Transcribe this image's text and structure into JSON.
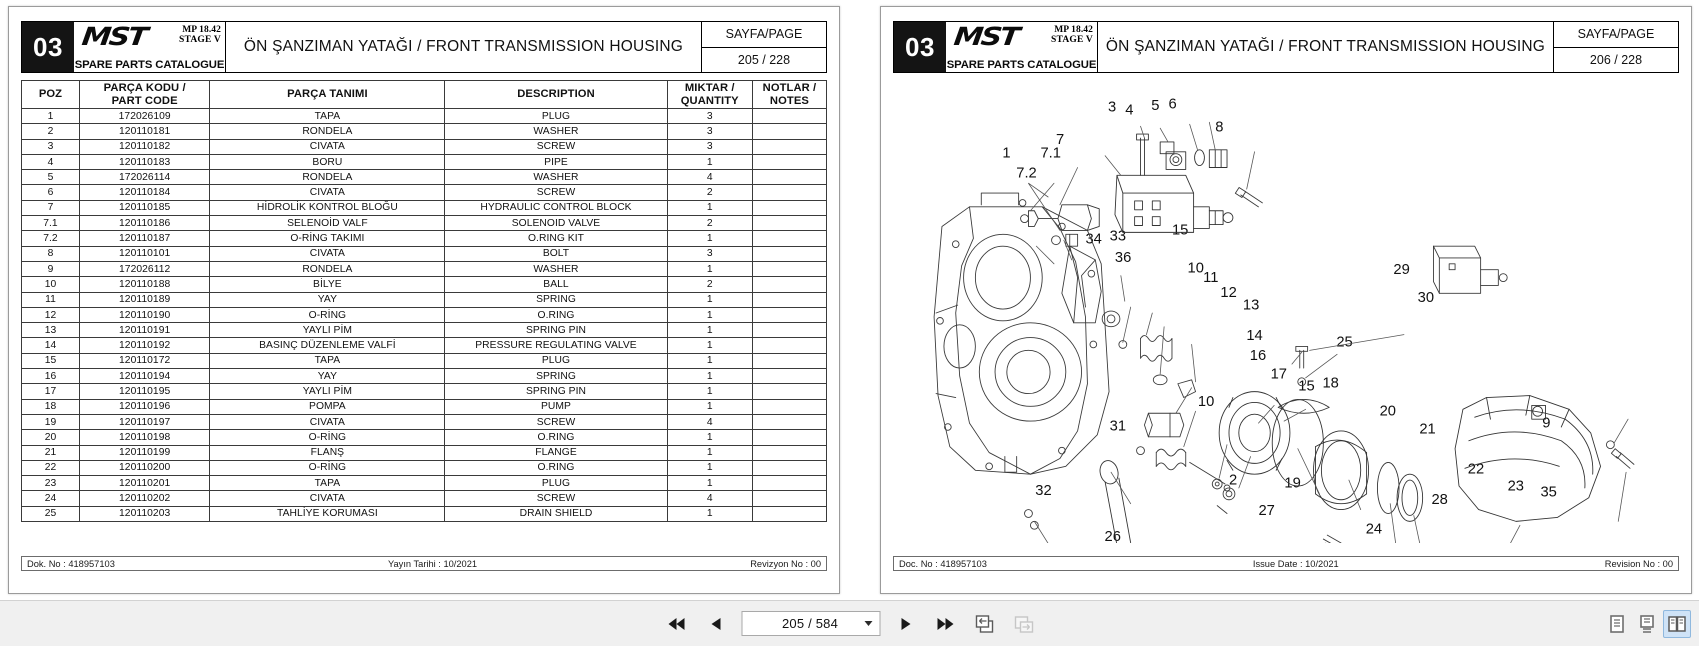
{
  "app": {
    "background_color": "#ffffff",
    "toolbar_color": "#f0f0f0",
    "accent_color": "#cfe3f7"
  },
  "pages": [
    {
      "id": "left-page",
      "chapter": "03",
      "brand": {
        "logo": "MST",
        "model_line1": "MP 18.42",
        "model_line2": "STAGE V",
        "subtitle": "SPARE PARTS CATALOGUE"
      },
      "title": "ÖN ŞANZIMAN YATAĞI / FRONT TRANSMISSION HOUSING",
      "page_label": "SAYFA/PAGE",
      "page_value": "205 / 228",
      "table": {
        "headers": [
          "POZ",
          "PARÇA KODU /\nPART CODE",
          "PARÇA TANIMI",
          "DESCRIPTION",
          "MIKTAR /\nQUANTITY",
          "NOTLAR /\nNOTES"
        ],
        "headers_flat": [
          "POZ",
          "PARÇA KODU / PART CODE",
          "PARÇA TANIMI",
          "DESCRIPTION",
          "MIKTAR / QUANTITY",
          "NOTLAR / NOTES"
        ],
        "rows": [
          [
            "1",
            "172026109",
            "TAPA",
            "PLUG",
            "3",
            ""
          ],
          [
            "2",
            "120110181",
            "RONDELA",
            "WASHER",
            "3",
            ""
          ],
          [
            "3",
            "120110182",
            "CIVATA",
            "SCREW",
            "3",
            ""
          ],
          [
            "4",
            "120110183",
            "BORU",
            "PIPE",
            "1",
            ""
          ],
          [
            "5",
            "172026114",
            "RONDELA",
            "WASHER",
            "4",
            ""
          ],
          [
            "6",
            "120110184",
            "CIVATA",
            "SCREW",
            "2",
            ""
          ],
          [
            "7",
            "120110185",
            "HİDROLİK KONTROL BLOĞU",
            "HYDRAULIC CONTROL BLOCK",
            "1",
            ""
          ],
          [
            "7.1",
            "120110186",
            "SELENOİD VALF",
            "SOLENOID VALVE",
            "2",
            ""
          ],
          [
            "7.2",
            "120110187",
            "O-RİNG TAKIMI",
            "O.RING KIT",
            "1",
            ""
          ],
          [
            "8",
            "120110101",
            "CIVATA",
            "BOLT",
            "3",
            ""
          ],
          [
            "9",
            "172026112",
            "RONDELA",
            "WASHER",
            "1",
            ""
          ],
          [
            "10",
            "120110188",
            "BİLYE",
            "BALL",
            "2",
            ""
          ],
          [
            "11",
            "120110189",
            "YAY",
            "SPRING",
            "1",
            ""
          ],
          [
            "12",
            "120110190",
            "O-RİNG",
            "O.RING",
            "1",
            ""
          ],
          [
            "13",
            "120110191",
            "YAYLI PİM",
            "SPRING PIN",
            "1",
            ""
          ],
          [
            "14",
            "120110192",
            "BASINÇ DÜZENLEME VALFİ",
            "PRESSURE REGULATING VALVE",
            "1",
            ""
          ],
          [
            "15",
            "120110172",
            "TAPA",
            "PLUG",
            "1",
            ""
          ],
          [
            "16",
            "120110194",
            "YAY",
            "SPRING",
            "1",
            ""
          ],
          [
            "17",
            "120110195",
            "YAYLI PİM",
            "SPRING PIN",
            "1",
            ""
          ],
          [
            "18",
            "120110196",
            "POMPA",
            "PUMP",
            "1",
            ""
          ],
          [
            "19",
            "120110197",
            "CIVATA",
            "SCREW",
            "4",
            ""
          ],
          [
            "20",
            "120110198",
            "O-RİNG",
            "O.RING",
            "1",
            ""
          ],
          [
            "21",
            "120110199",
            "FLANŞ",
            "FLANGE",
            "1",
            ""
          ],
          [
            "22",
            "120110200",
            "O-RİNG",
            "O.RING",
            "1",
            ""
          ],
          [
            "23",
            "120110201",
            "TAPA",
            "PLUG",
            "1",
            ""
          ],
          [
            "24",
            "120110202",
            "CIVATA",
            "SCREW",
            "4",
            ""
          ],
          [
            "25",
            "120110203",
            "TAHLİYE KORUMASI",
            "DRAIN SHIELD",
            "1",
            ""
          ]
        ]
      },
      "footer": {
        "doc_no": "Dok. No : 418957103",
        "issue_date": "Yayın Tarihi : 10/2021",
        "revision": "Revizyon No : 00"
      }
    },
    {
      "id": "right-page",
      "chapter": "03",
      "brand": {
        "logo": "MST",
        "model_line1": "MP 18.42",
        "model_line2": "STAGE V",
        "subtitle": "SPARE PARTS CATALOGUE"
      },
      "title": "ÖN ŞANZIMAN YATAĞI / FRONT TRANSMISSION HOUSING",
      "page_label": "SAYFA/PAGE",
      "page_value": "206 / 228",
      "diagram": {
        "description": "Exploded technical drawing of front transmission housing assembly",
        "callouts": [
          "1",
          "2",
          "3",
          "4",
          "5",
          "6",
          "7",
          "7.1",
          "7.2",
          "8",
          "9",
          "10",
          "10",
          "11",
          "12",
          "13",
          "14",
          "15",
          "15",
          "16",
          "17",
          "18",
          "19",
          "20",
          "21",
          "22",
          "23",
          "24",
          "25",
          "26",
          "27",
          "28",
          "29",
          "30",
          "31",
          "32",
          "33",
          "34",
          "35",
          "36"
        ]
      },
      "footer": {
        "doc_no": "Doc. No : 418957103",
        "issue_date": "Issue Date : 10/2021",
        "revision": "Revision No : 00"
      }
    }
  ],
  "toolbar": {
    "first_page_label": "first-page",
    "prev_page_label": "previous-page",
    "page_value": "205 / 584",
    "next_page_label": "next-page",
    "last_page_label": "last-page",
    "fit_page_label": "fit-page",
    "fit_width_label": "fit-width",
    "view_single_label": "single-page-view",
    "view_continuous_label": "continuous-page-view",
    "view_facing_label": "facing-page-view"
  }
}
